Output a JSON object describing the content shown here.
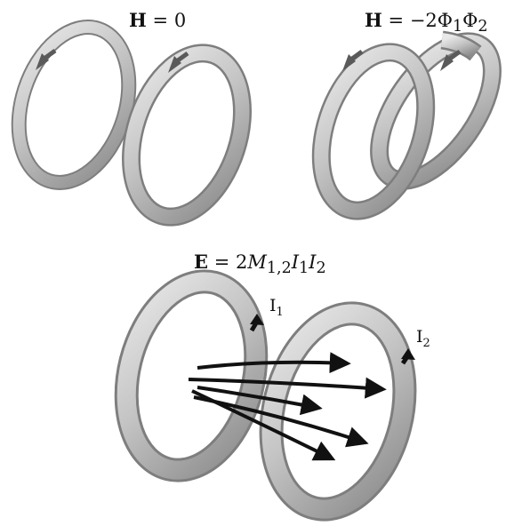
{
  "panels": [
    {
      "id": "unlinked",
      "formula": "H = 0",
      "formula_parts": {
        "lhs": "H",
        "rhs": "0"
      }
    },
    {
      "id": "hopf-linked",
      "formula": "H = −2Φ₁Φ₂",
      "formula_parts": {
        "lhs": "H",
        "rhs_coef": "−2",
        "sym": "Φ",
        "i1": "1",
        "i2": "2"
      }
    },
    {
      "id": "mutual-inductance",
      "formula": "E = 2M₁,₂I₁I₂",
      "formula_parts": {
        "lhs": "E",
        "coef": "2",
        "M": "M",
        "M_sub": "1,2",
        "I": "I",
        "i1": "1",
        "i2": "2"
      },
      "currents": [
        {
          "letter": "I",
          "sub": "1"
        },
        {
          "letter": "I",
          "sub": "2"
        }
      ]
    }
  ],
  "colors": {
    "ring_dark": "#7a7a7a",
    "ring_mid": "#bdbdbd",
    "ring_light": "#e6e6e6",
    "arrow_gray": "#555555",
    "arrow_black": "#111111",
    "text": "#111111"
  }
}
